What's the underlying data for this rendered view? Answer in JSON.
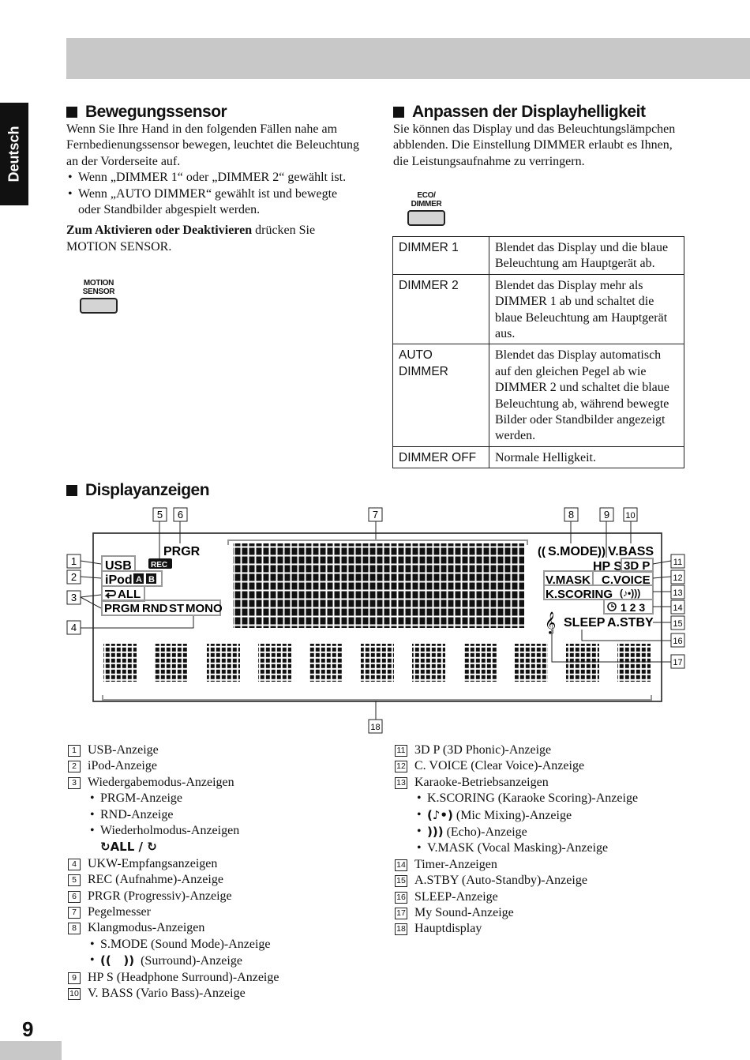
{
  "page": {
    "number": "9",
    "language_tab": "Deutsch"
  },
  "motion": {
    "heading": "Bewegungssensor",
    "intro": "Wenn Sie Ihre Hand in den folgenden Fällen nahe am Fernbedienungssensor bewegen, leuchtet die Beleuchtung an der Vorderseite auf.",
    "bullets": [
      "Wenn „DIMMER 1“ oder „DIMMER 2“ gewählt ist.",
      "Wenn „AUTO DIMMER“ gewählt ist und bewegte oder Standbilder abgespielt werden."
    ],
    "instruction_bold": "Zum Aktivieren oder Deaktivieren",
    "instruction_rest": " drücken Sie MOTION SENSOR.",
    "button_line1": "MOTION",
    "button_line2": "SENSOR"
  },
  "brightness": {
    "heading": "Anpassen der Displayhelligkeit",
    "intro": "Sie können das Display und das Beleuchtungslämpchen abblenden. Die Einstellung DIMMER erlaubt es Ihnen, die Leistungsaufnahme zu verringern.",
    "button_line1": "ECO/",
    "button_line2": "DIMMER",
    "table": [
      {
        "setting": "DIMMER 1",
        "description": "Blendet das Display und die blaue Beleuchtung am Hauptgerät ab."
      },
      {
        "setting": "DIMMER 2",
        "description": "Blendet das Display mehr als DIMMER 1 ab und schaltet die blaue Beleuchtung am Hauptgerät aus."
      },
      {
        "setting": "AUTO DIMMER",
        "description": "Blendet das Display automatisch auf den gleichen Pegel ab wie DIMMER 2 und schaltet die blaue Beleuchtung ab, während bewegte Bilder oder Standbilder angezeigt werden."
      },
      {
        "setting": "DIMMER OFF",
        "description": "Normale Helligkeit."
      }
    ]
  },
  "display": {
    "heading": "Displayanzeigen",
    "lcd": {
      "usb": "USB",
      "rec": "REC",
      "prgr": "PRGR",
      "ipod": "iPod",
      "ipod_a": "A",
      "ipod_b": "B",
      "repeat_all": "ALL",
      "prgm": "PRGM",
      "rnd": "RND",
      "st": "ST",
      "mono": "MONO",
      "smode": "S.MODE",
      "vbass": "V.BASS",
      "hps": "HP S",
      "threedp": "3D P",
      "vmask": "V.MASK",
      "cvoice": "C.VOICE",
      "kscoring": "K.SCORING",
      "timer": "1 2 3",
      "sleep": "SLEEP",
      "astby": "A.STBY"
    },
    "callouts": [
      "1",
      "2",
      "3",
      "4",
      "5",
      "6",
      "7",
      "8",
      "9",
      "10",
      "11",
      "12",
      "13",
      "14",
      "15",
      "16",
      "17",
      "18"
    ],
    "legend_left": [
      {
        "num": "1",
        "text": "USB-Anzeige"
      },
      {
        "num": "2",
        "text": "iPod-Anzeige"
      },
      {
        "num": "3",
        "text": "Wiedergabemodus-Anzeigen"
      },
      {
        "sub": "PRGM-Anzeige"
      },
      {
        "sub": "RND-Anzeige"
      },
      {
        "sub": "Wiederholmodus-Anzeigen"
      },
      {
        "symbol": "ALL / "
      },
      {
        "num": "4",
        "text": "UKW-Empfangsanzeigen"
      },
      {
        "num": "5",
        "text": "REC (Aufnahme)-Anzeige"
      },
      {
        "num": "6",
        "text": "PRGR (Progressiv)-Anzeige"
      },
      {
        "num": "7",
        "text": "Pegelmesser"
      },
      {
        "num": "8",
        "text": "Klangmodus-Anzeigen"
      },
      {
        "sub": "S.MODE (Sound Mode)-Anzeige"
      },
      {
        "sub": "(Surround)-Anzeige",
        "icon": "surround"
      },
      {
        "num": "9",
        "text": "HP S (Headphone Surround)-Anzeige"
      },
      {
        "num": "10",
        "text": "V. BASS (Vario Bass)-Anzeige"
      }
    ],
    "legend_right": [
      {
        "num": "11",
        "text": "3D P (3D Phonic)-Anzeige"
      },
      {
        "num": "12",
        "text": "C. VOICE (Clear Voice)-Anzeige"
      },
      {
        "num": "13",
        "text": "Karaoke-Betriebsanzeigen"
      },
      {
        "sub": "K.SCORING (Karaoke Scoring)-Anzeige"
      },
      {
        "sub": "(Mic Mixing)-Anzeige",
        "icon": "mic"
      },
      {
        "sub": "(Echo)-Anzeige",
        "icon": "echo"
      },
      {
        "sub": "V.MASK (Vocal Masking)-Anzeige"
      },
      {
        "num": "14",
        "text": "Timer-Anzeigen"
      },
      {
        "num": "15",
        "text": "A.STBY (Auto-Standby)-Anzeige"
      },
      {
        "num": "16",
        "text": "SLEEP-Anzeige"
      },
      {
        "num": "17",
        "text": "My Sound-Anzeige"
      },
      {
        "num": "18",
        "text": "Hauptdisplay"
      }
    ]
  }
}
